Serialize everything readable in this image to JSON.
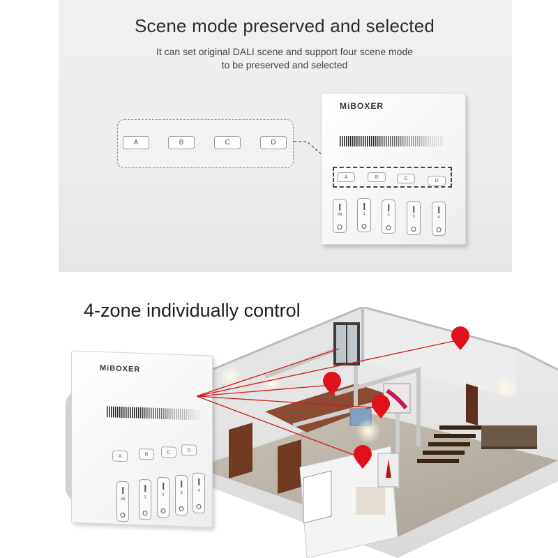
{
  "top": {
    "title": "Scene mode preserved and selected",
    "subtitle_line1": "It can set original DALI scene and support four scene mode",
    "subtitle_line2": "to be preserved and selected"
  },
  "callout": {
    "buttons": [
      "A",
      "B",
      "C",
      "D"
    ]
  },
  "panel_top": {
    "brand": "MiBOXER",
    "scene_buttons": [
      "A",
      "B",
      "C",
      "D"
    ],
    "zones": [
      "All",
      "1",
      "2",
      "3",
      "4"
    ]
  },
  "bottom": {
    "title": "4-zone individually control"
  },
  "panel_bottom": {
    "brand": "MiBOXER",
    "scene_buttons": [
      "A",
      "B",
      "C",
      "D"
    ],
    "zones": [
      "All",
      "1",
      "2",
      "3",
      "4"
    ]
  },
  "colors": {
    "pin_red": "#e0101c",
    "laser_red": "#d21a1a",
    "panel_white": "#f7f7f7",
    "background_gray": "#ececec"
  }
}
